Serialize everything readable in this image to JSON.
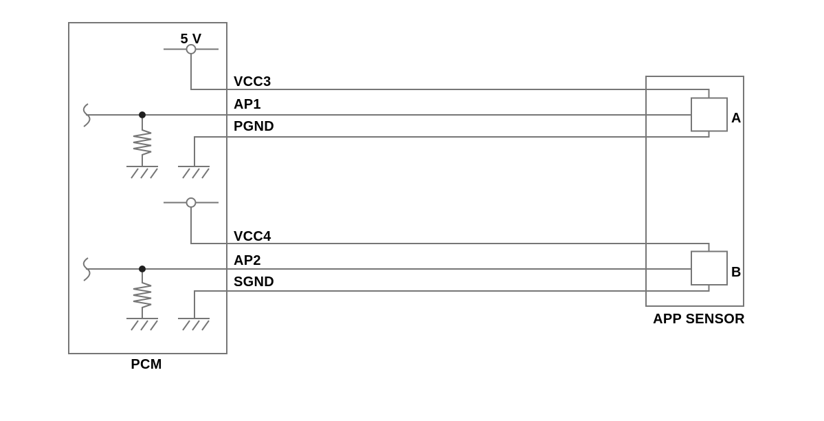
{
  "colors": {
    "background": "#ffffff",
    "line": "#767676",
    "text": "#000000",
    "junction_dot": "#1f1f1f"
  },
  "pcm": {
    "label": "PCM"
  },
  "app_sensor": {
    "label": "APP SENSOR",
    "connector_a_label": "A",
    "connector_b_label": "B"
  },
  "supply": {
    "voltage_label": "5 V"
  },
  "pins": {
    "vcc3": "VCC3",
    "ap1": "AP1",
    "pgnd": "PGND",
    "vcc4": "VCC4",
    "ap2": "AP2",
    "sgnd": "SGND"
  }
}
